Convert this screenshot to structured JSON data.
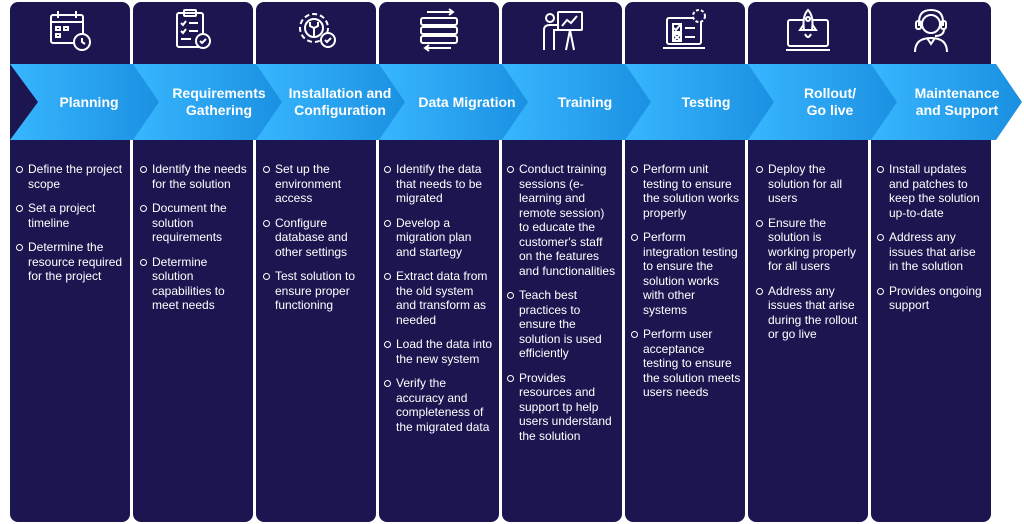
{
  "colors": {
    "column_bg": "#1c1650",
    "arrow_light": "#38b6ff",
    "arrow_dark": "#1a8fe0",
    "text": "#ffffff"
  },
  "steps": [
    {
      "title": "Planning",
      "icon": "calendar-clock-icon",
      "items": [
        "Define the project scope",
        "Set a project timeline",
        "Determine the resource required for the project"
      ]
    },
    {
      "title": "Requirements\nGathering",
      "icon": "clipboard-checklist-icon",
      "items": [
        "Identify the needs for the solution",
        "Document the solution requirements",
        "Determine solution capabilities to meet needs"
      ]
    },
    {
      "title": "Installation and\nConfiguration",
      "icon": "gear-wrench-icon",
      "items": [
        "Set up the environment access",
        "Configure database and other settings",
        "Test solution to ensure proper functioning"
      ]
    },
    {
      "title": "Data Migration",
      "icon": "database-transfer-icon",
      "items": [
        "Identify the data that needs to be migrated",
        "Develop a migration plan and startegy",
        "Extract data from the old system and transform as needed",
        "Load the data into the new system",
        "Verify the accuracy and completeness of the migrated data"
      ]
    },
    {
      "title": "Training",
      "icon": "presentation-board-icon",
      "items": [
        "Conduct training sessions (e-learning and remote session) to educate the customer's staff on the features and functionalities",
        "Teach best practices to ensure the solution is used efficiently",
        "Provides resources and support tp help users understand the solution"
      ]
    },
    {
      "title": "Testing",
      "icon": "testing-checklist-icon",
      "items": [
        "Perform unit testing to ensure the solution works properly",
        "Perform integration testing to ensure the solution works with other systems",
        "Perform user acceptance testing to ensure the solution meets users needs"
      ]
    },
    {
      "title": "Rollout/\nGo live",
      "icon": "rocket-launch-icon",
      "items": [
        "Deploy the solution for all users",
        "Ensure the solution is working properly for all users",
        "Address any issues that arise during the rollout or go live"
      ]
    },
    {
      "title": "Maintenance\nand Support",
      "icon": "headset-support-icon",
      "items": [
        "Install updates and patches to keep the solution up-to-date",
        "Address any issues that arise in the solution",
        "Provides ongoing support"
      ]
    }
  ]
}
